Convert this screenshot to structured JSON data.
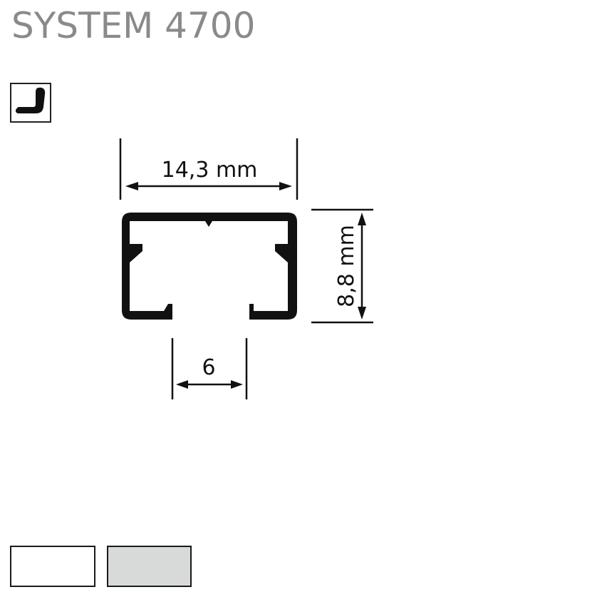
{
  "title": "SYSTEM 4700",
  "icons": {
    "profile_type": "corner-profile-icon"
  },
  "dimensions": {
    "width_label": "14,3 mm",
    "height_label": "8,8 mm",
    "opening_label": "6"
  },
  "colors": {
    "title": "#8a8a8a",
    "profile_outline": "#111111",
    "swatch_1": "#ffffff",
    "swatch_2": "#d8d9d9"
  },
  "swatches": [
    {
      "name": "white",
      "color": "#ffffff"
    },
    {
      "name": "grey",
      "color": "#d8d9d9"
    }
  ]
}
